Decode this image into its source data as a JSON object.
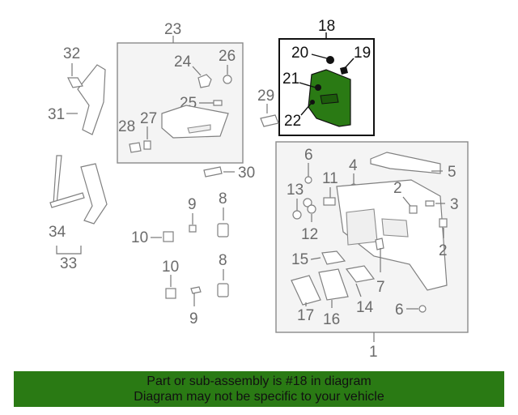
{
  "diagram": {
    "callouts": {
      "c1": "1",
      "c2a": "2",
      "c2b": "2",
      "c3": "3",
      "c4": "4",
      "c5": "5",
      "c6a": "6",
      "c6b": "6",
      "c7": "7",
      "c8a": "8",
      "c8b": "8",
      "c9a": "9",
      "c9b": "9",
      "c10a": "10",
      "c10b": "10",
      "c11": "11",
      "c12": "12",
      "c13": "13",
      "c14": "14",
      "c15": "15",
      "c16": "16",
      "c17": "17",
      "c18": "18",
      "c19": "19",
      "c20": "20",
      "c21": "21",
      "c22": "22",
      "c23": "23",
      "c24": "24",
      "c25": "25",
      "c26": "26",
      "c27": "27",
      "c28": "28",
      "c29": "29",
      "c30": "30",
      "c31": "31",
      "c32": "32",
      "c33": "33",
      "c34": "34"
    },
    "highlight_color": "#2a7a14"
  },
  "banner": {
    "line1": "Part or sub-assembly is #18 in diagram",
    "line2": "Diagram may not be specific to your vehicle"
  }
}
